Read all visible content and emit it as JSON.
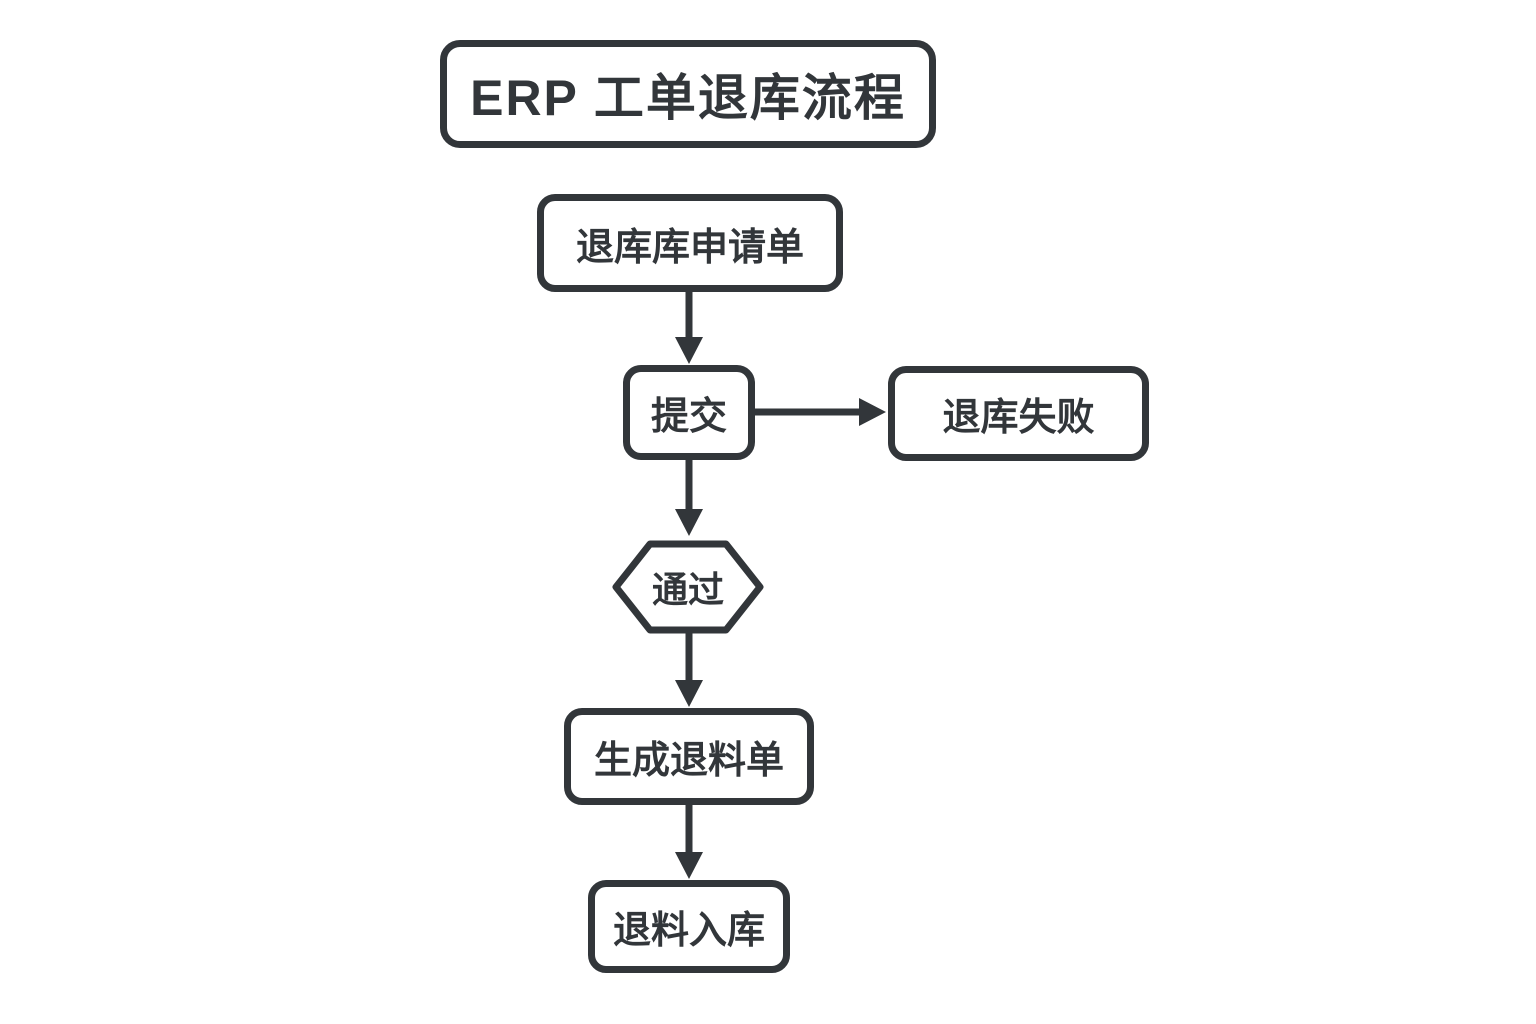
{
  "diagram": {
    "title": "ERP 工单退库流程",
    "nodes": [
      {
        "id": "apply",
        "label": "退库库申请单",
        "shape": "rounded-rect"
      },
      {
        "id": "submit",
        "label": "提交",
        "shape": "rounded-rect"
      },
      {
        "id": "fail",
        "label": "退库失败",
        "shape": "rounded-rect"
      },
      {
        "id": "pass",
        "label": "通过",
        "shape": "hexagon"
      },
      {
        "id": "generate",
        "label": "生成退料单",
        "shape": "rounded-rect"
      },
      {
        "id": "inbound",
        "label": "退料入库",
        "shape": "rounded-rect"
      }
    ],
    "edges": [
      {
        "from": "apply",
        "to": "submit",
        "direction": "down"
      },
      {
        "from": "submit",
        "to": "fail",
        "direction": "right"
      },
      {
        "from": "submit",
        "to": "pass",
        "direction": "down"
      },
      {
        "from": "pass",
        "to": "generate",
        "direction": "down"
      },
      {
        "from": "generate",
        "to": "inbound",
        "direction": "down"
      }
    ],
    "colors": {
      "stroke": "#32363a",
      "fill": "#ffffff",
      "text": "#32363a",
      "background": "#ffffff"
    }
  }
}
